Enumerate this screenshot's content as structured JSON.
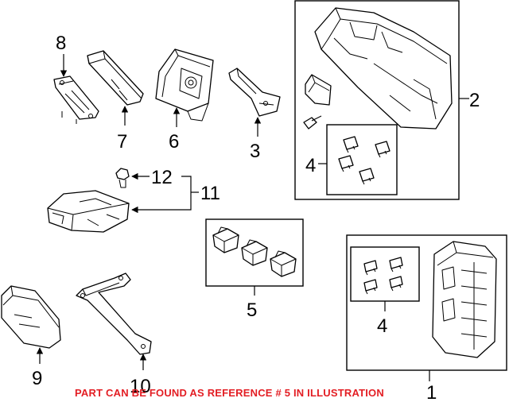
{
  "callouts": {
    "c1": "1",
    "c2": "2",
    "c3": "3",
    "c4a": "4",
    "c4b": "4",
    "c5": "5",
    "c6": "6",
    "c7": "7",
    "c8": "8",
    "c9": "9",
    "c10": "10",
    "c11": "11",
    "c12": "12"
  },
  "note": "PART CAN BE FOUND AS REFERENCE # 5 IN ILLUSTRATION",
  "colors": {
    "note": "#e31e24",
    "line": "#000000",
    "background": "#ffffff"
  }
}
